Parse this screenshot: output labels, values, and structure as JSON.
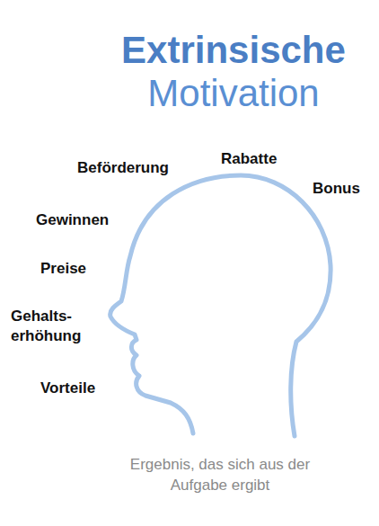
{
  "diagram": {
    "title": "Extrinsische Motivation",
    "caption": "Ergebnis, das sich aus der Aufgabe ergibt",
    "labels": [
      "Rabatte",
      "Beförderung",
      "Bonus",
      "Gewinnen",
      "Preise",
      "Gehalts- erhöhung",
      "Vorteile"
    ]
  }
}
